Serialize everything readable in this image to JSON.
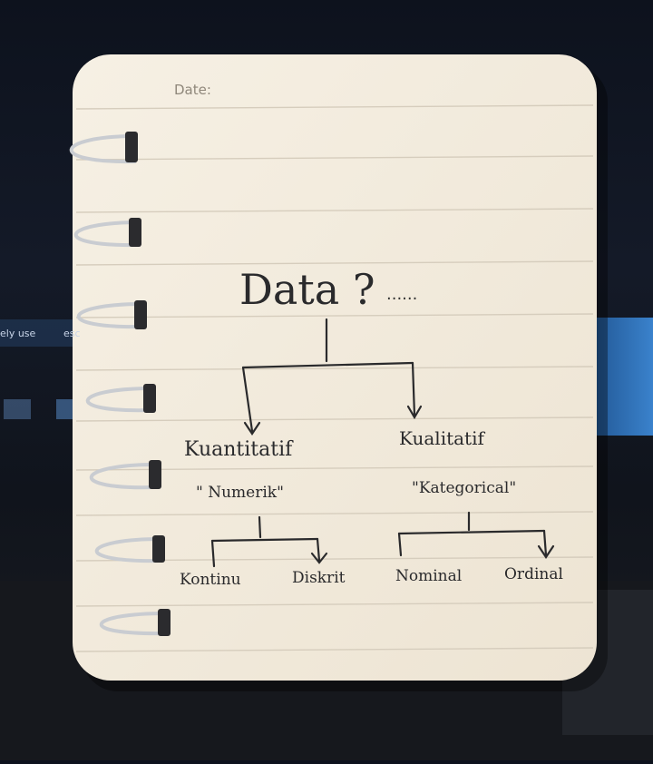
{
  "notebook": {
    "date_label": "Date:",
    "title": "Data ?",
    "trail": "......"
  },
  "tree": {
    "left_branch": {
      "label": "Kuantitatif",
      "note": "\" Numerik\""
    },
    "right_branch": {
      "label": "Kualitatif",
      "note": "\"Kategorical\""
    },
    "left_children": [
      "Kontinu",
      "Diskrit"
    ],
    "right_children": [
      "Nominal",
      "Ordinal"
    ]
  },
  "background": {
    "screen_text_1": "ely use",
    "screen_text_2": "esc"
  },
  "colors": {
    "paper": "#f3ecdf",
    "ink": "#2a2a2c",
    "ruled_line": "#d9d1c3",
    "ring": "#cfd2d6",
    "screen_blue": "#2f6fb5"
  }
}
